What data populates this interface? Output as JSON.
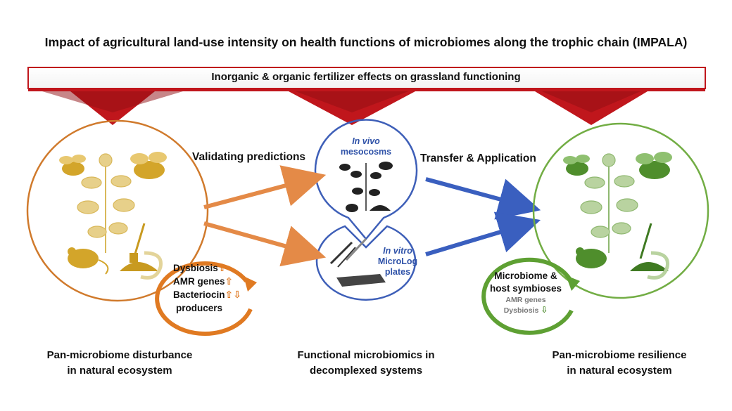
{
  "title": "Impact of agricultural land-use intensity on health functions of microbiomes along the trophic chain (IMPALA)",
  "banner": {
    "label": "Inorganic & organic fertilizer effects on grassland functioning"
  },
  "arrows": {
    "validating_label": "Validating predictions",
    "transfer_label": "Transfer & Application"
  },
  "left_section": {
    "caption_line1": "Pan-microbiome disturbance",
    "caption_line2": "in natural ecosystem",
    "indicators": [
      {
        "label": "Dysbiosis",
        "trend": "⇧"
      },
      {
        "label": "AMR genes",
        "trend": "⇧"
      },
      {
        "label": "Bacteriocin",
        "trend": "⇧⇩"
      }
    ],
    "indicator_line4": "producers"
  },
  "center_section": {
    "in_vivo_line1": "In vivo",
    "in_vivo_line2": "mesocosms",
    "in_vitro_line1": "In vitro",
    "in_vitro_line2": "MicroLog",
    "in_vitro_line3": "plates",
    "caption_line1": "Functional microbiomics in",
    "caption_line2": "decomplexed systems"
  },
  "right_section": {
    "caption_line1": "Pan-microbiome resilience",
    "caption_line2": "in natural ecosystem",
    "main_line1": "Microbiome &",
    "main_line2": "host symbioses",
    "minor_1": "AMR genes",
    "minor_2": "Dysbiosis",
    "minor_trend": "⇩"
  },
  "colors": {
    "banner_red": "#c0161c",
    "left_orange": "#d07a2c",
    "left_figure": "#d3a52a",
    "mid_blue": "#3e5fb8",
    "arrow_blue": "#3a5fbf",
    "arrow_orange": "#e48a47",
    "right_green": "#72ad44",
    "right_figure": "#4f8e2c"
  }
}
